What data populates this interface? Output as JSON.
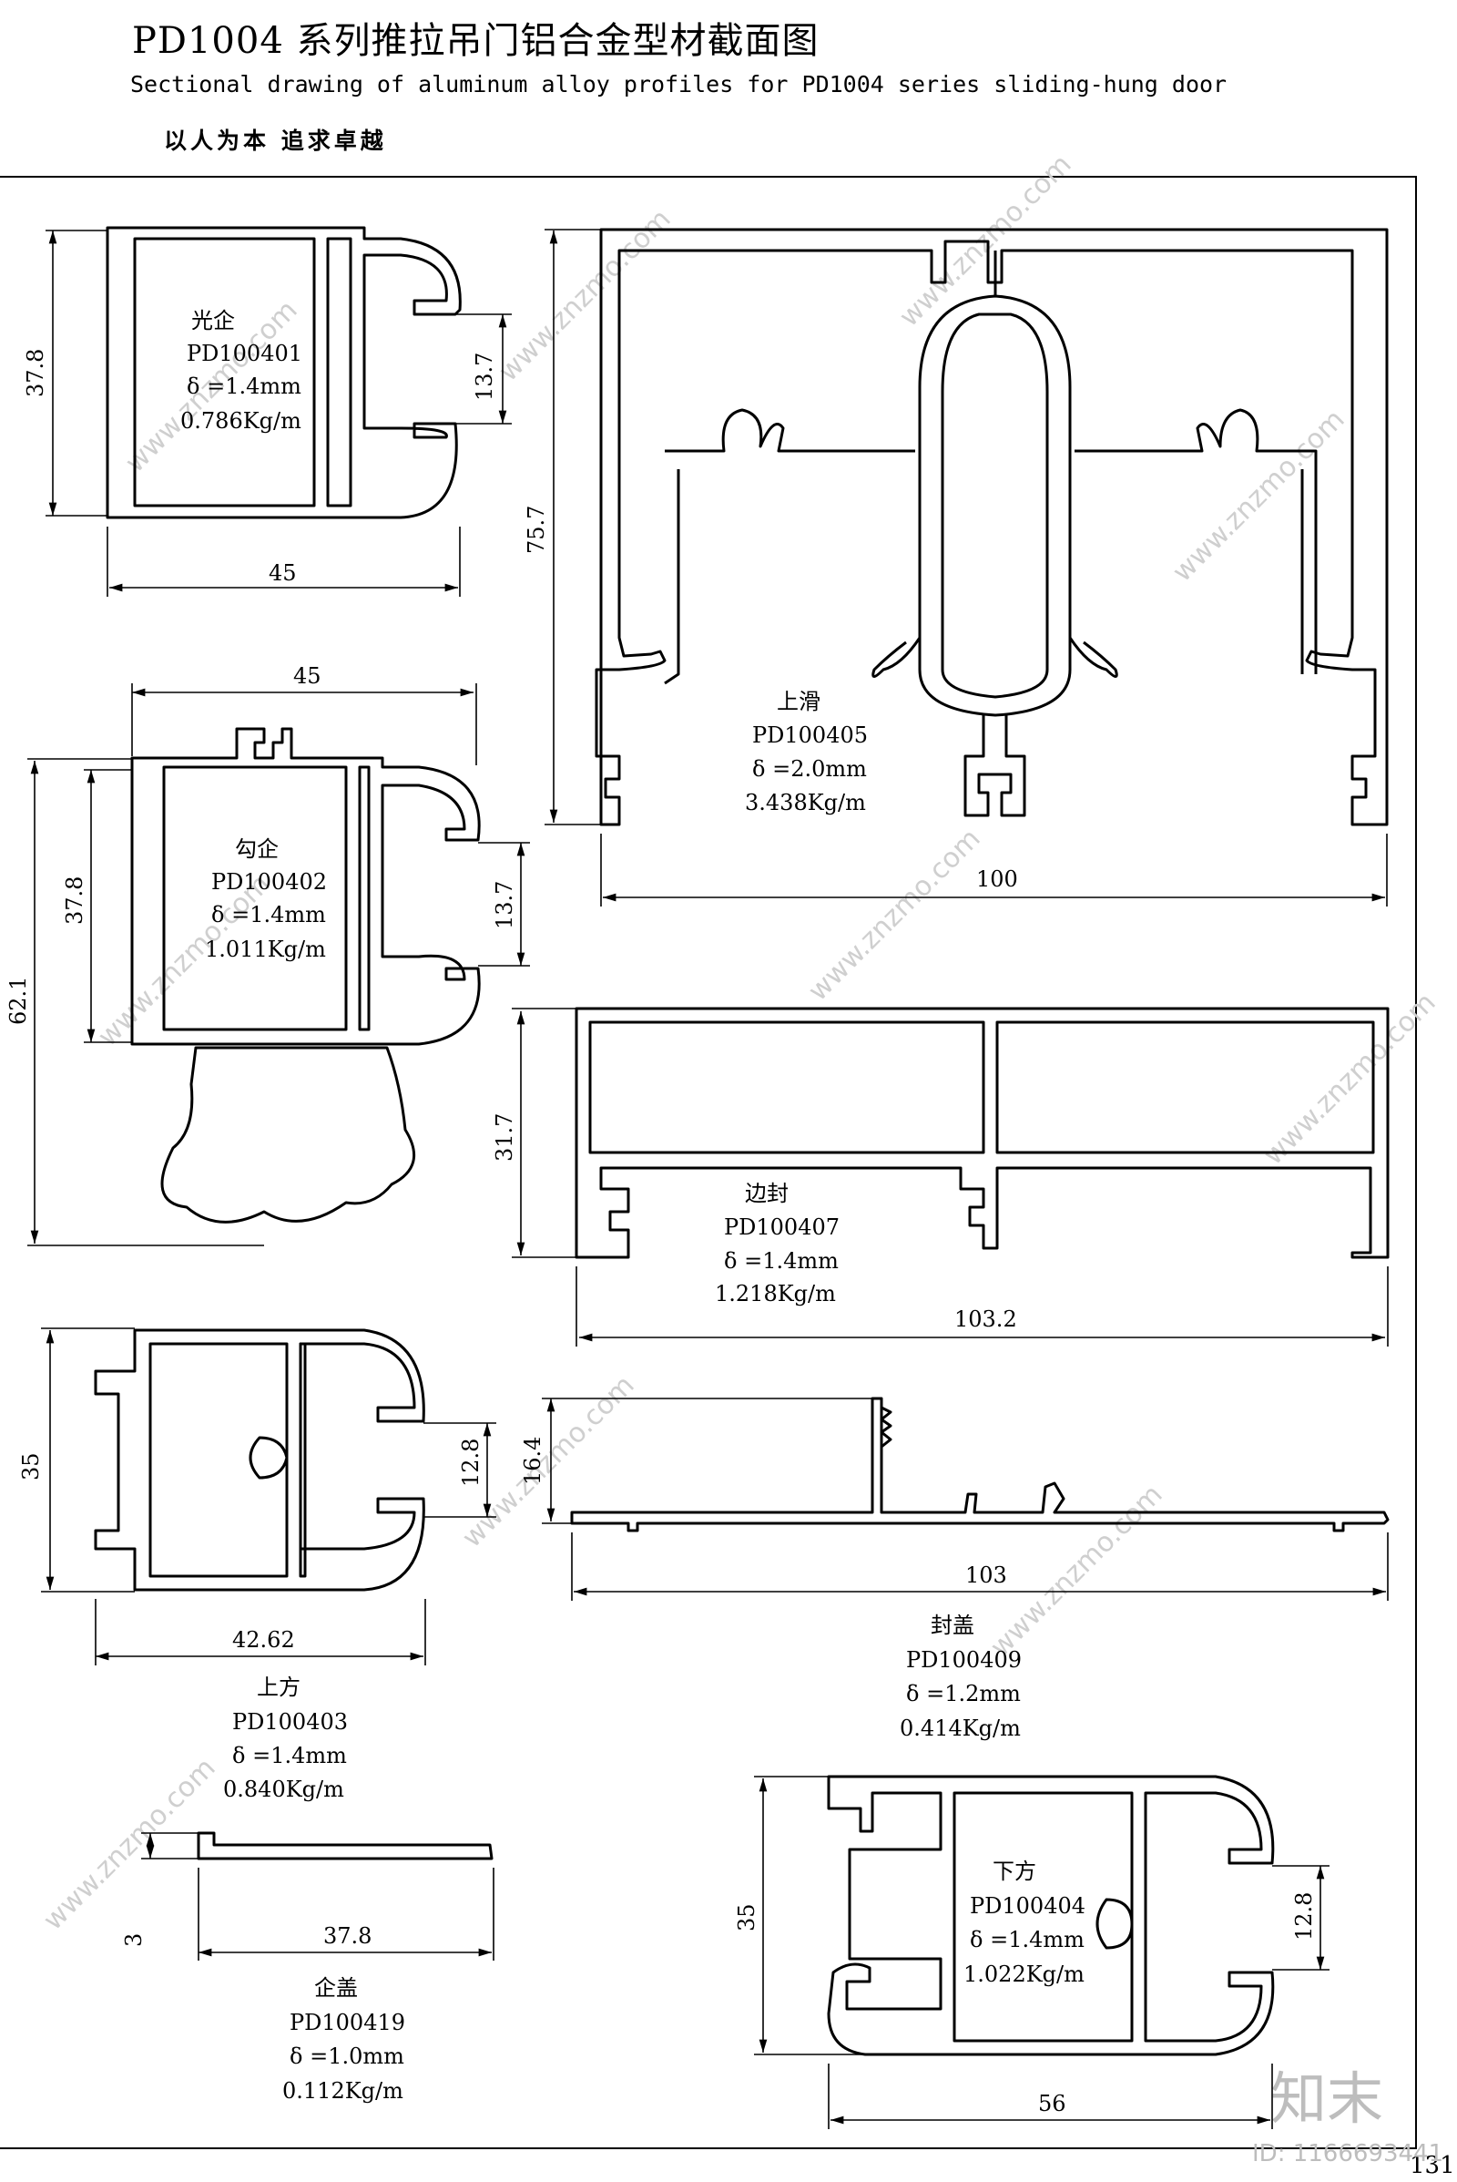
{
  "header": {
    "title_cn": "PD1004  系列推拉吊门铝合金型材截面图",
    "title_en": "Sectional drawing of aluminum alloy profiles for PD1004 series sliding-hung door",
    "slogan": "以人为本 追求卓越",
    "page_number": "131"
  },
  "watermark": {
    "site": "www.znzmo.com",
    "logo": "知末",
    "id": "ID: 1166693441"
  },
  "profiles": [
    {
      "name": "光企",
      "code": "PD100401",
      "thickness": "δ =1.4mm",
      "weight": "0.786Kg/m",
      "dims": {
        "height": "37.8",
        "width": "45",
        "gap": "13.7"
      }
    },
    {
      "name": "勾企",
      "code": "PD100402",
      "thickness": "δ =1.4mm",
      "weight": "1.011Kg/m",
      "dims": {
        "width": "45",
        "inner_height": "37.8",
        "gap": "13.7",
        "height": "62.1"
      }
    },
    {
      "name": "上方",
      "code": "PD100403",
      "thickness": "δ =1.4mm",
      "weight": "0.840Kg/m",
      "dims": {
        "height": "35",
        "gap": "12.8",
        "width": "42.62"
      }
    },
    {
      "name": "企盖",
      "code": "PD100419",
      "thickness": "δ =1.0mm",
      "weight": "0.112Kg/m",
      "dims": {
        "height": "3",
        "width": "37.8"
      }
    },
    {
      "name": "上滑",
      "code": "PD100405",
      "thickness": "δ =2.0mm",
      "weight": "3.438Kg/m",
      "dims": {
        "height": "75.7",
        "width": "100"
      }
    },
    {
      "name": "边封",
      "code": "PD100407",
      "thickness": "δ =1.4mm",
      "weight": "1.218Kg/m",
      "dims": {
        "height": "31.7",
        "width": "103.2"
      }
    },
    {
      "name": "封盖",
      "code": "PD100409",
      "thickness": "δ =1.2mm",
      "weight": "0.414Kg/m",
      "dims": {
        "height": "16.4",
        "width": "103"
      }
    },
    {
      "name": "下方",
      "code": "PD100404",
      "thickness": "δ =1.4mm",
      "weight": "1.022Kg/m",
      "dims": {
        "height": "35",
        "gap": "12.8",
        "width": "56"
      }
    }
  ]
}
